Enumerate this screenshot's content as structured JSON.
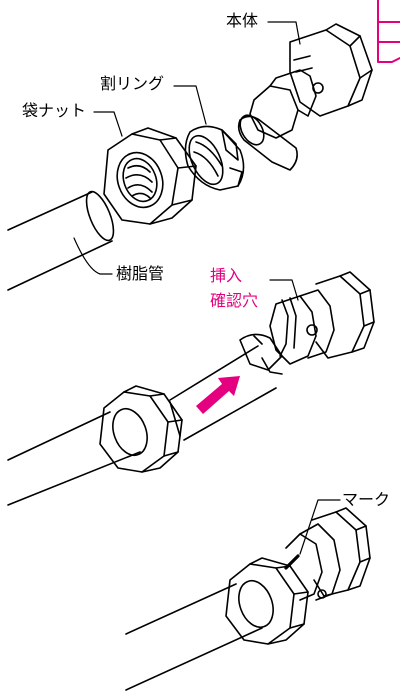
{
  "labels": {
    "body": "本体",
    "split_ring": "割リング",
    "bag_nut": "袋ナット",
    "resin_pipe": "樹脂管",
    "insert_check_hole_line1": "挿入",
    "insert_check_hole_line2": "確認穴",
    "mark": "マーク"
  },
  "colors": {
    "line": "#000000",
    "accent": "#e4007f",
    "background": "#ffffff"
  },
  "icons": {
    "insert_direction": "arrow-right-icon"
  }
}
